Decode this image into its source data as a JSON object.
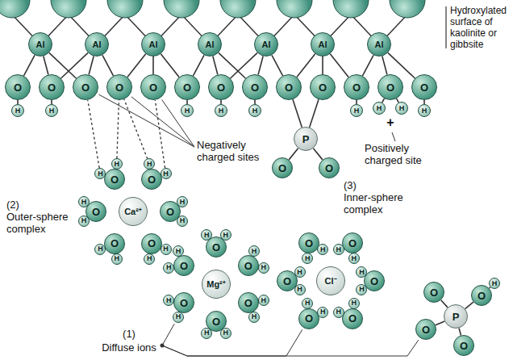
{
  "diagram": {
    "nodes": [
      {
        "text": [
          "Al"
        ]
      },
      {
        "text": [
          "Al"
        ]
      },
      {
        "text": [
          "Al"
        ]
      },
      {
        "text": [
          "Al"
        ]
      },
      {
        "text": [
          "Al"
        ]
      },
      {
        "text": [
          "Al"
        ]
      },
      {
        "text": [
          "Al"
        ]
      },
      {
        "text": [
          "O"
        ]
      },
      {
        "text": [
          "O"
        ]
      },
      {
        "text": [
          "O"
        ]
      },
      {
        "text": [
          "O"
        ]
      },
      {
        "text": [
          "O"
        ]
      },
      {
        "text": [
          "O"
        ]
      },
      {
        "text": [
          "O"
        ]
      },
      {
        "text": [
          "O"
        ]
      },
      {
        "text": [
          "O"
        ]
      },
      {
        "text": [
          "O"
        ]
      },
      {
        "text": [
          "O"
        ]
      },
      {
        "text": [
          "O"
        ]
      },
      {
        "text": [
          "O"
        ]
      },
      {
        "text": [
          "H"
        ]
      },
      {
        "text": [
          "H"
        ]
      },
      {
        "text": [
          "H"
        ]
      },
      {
        "text": [
          "H"
        ]
      },
      {
        "text": [
          "H"
        ]
      },
      {
        "text": [
          "H"
        ]
      },
      {
        "text": [
          "H"
        ]
      },
      {
        "text": [
          "H"
        ]
      },
      {
        "text": [
          "H"
        ]
      },
      {
        "text": [
          "P"
        ]
      },
      {
        "text": [
          "O"
        ]
      },
      {
        "text": [
          "O"
        ]
      },
      {
        "text": [
          "Ca²⁺"
        ]
      },
      {
        "text": [
          "O"
        ]
      },
      {
        "text": [
          "H"
        ]
      },
      {
        "text": [
          "H"
        ]
      },
      {
        "text": [
          "O"
        ]
      },
      {
        "text": [
          "H"
        ]
      },
      {
        "text": [
          "H"
        ]
      },
      {
        "text": [
          "O"
        ]
      },
      {
        "text": [
          "H"
        ]
      },
      {
        "text": [
          "H"
        ]
      },
      {
        "text": [
          "O"
        ]
      },
      {
        "text": [
          "H"
        ]
      },
      {
        "text": [
          "H"
        ]
      },
      {
        "text": [
          "O"
        ]
      },
      {
        "text": [
          "H"
        ]
      },
      {
        "text": [
          "H"
        ]
      },
      {
        "text": [
          "O"
        ]
      },
      {
        "text": [
          "H"
        ]
      },
      {
        "text": [
          "H"
        ]
      },
      {
        "text": [
          "Mg²⁺"
        ]
      },
      {
        "text": [
          "O"
        ]
      },
      {
        "text": [
          "H"
        ]
      },
      {
        "text": [
          "H"
        ]
      },
      {
        "text": [
          "O"
        ]
      },
      {
        "text": [
          "H"
        ]
      },
      {
        "text": [
          "H"
        ]
      },
      {
        "text": [
          "O"
        ]
      },
      {
        "text": [
          "H"
        ]
      },
      {
        "text": [
          "H"
        ]
      },
      {
        "text": [
          "O"
        ]
      },
      {
        "text": [
          "H"
        ]
      },
      {
        "text": [
          "H"
        ]
      },
      {
        "text": [
          "O"
        ]
      },
      {
        "text": [
          "H"
        ]
      },
      {
        "text": [
          "H"
        ]
      },
      {
        "text": [
          "O"
        ]
      },
      {
        "text": [
          "H"
        ]
      },
      {
        "text": [
          "H"
        ]
      },
      {
        "text": [
          "Cl⁻"
        ]
      },
      {
        "text": [
          "O"
        ]
      },
      {
        "text": [
          "H"
        ]
      },
      {
        "text": [
          "H"
        ]
      },
      {
        "text": [
          "O"
        ]
      },
      {
        "text": [
          "H"
        ]
      },
      {
        "text": [
          "H"
        ]
      },
      {
        "text": [
          "O"
        ]
      },
      {
        "text": [
          "H"
        ]
      },
      {
        "text": [
          "H"
        ]
      },
      {
        "text": [
          "O"
        ]
      },
      {
        "text": [
          "H"
        ]
      },
      {
        "text": [
          "H"
        ]
      },
      {
        "text": [
          "O"
        ]
      },
      {
        "text": [
          "H"
        ]
      },
      {
        "text": [
          "H"
        ]
      },
      {
        "text": [
          "O"
        ]
      },
      {
        "text": [
          "H"
        ]
      },
      {
        "text": [
          "H"
        ]
      },
      {
        "text": [
          "P"
        ]
      },
      {
        "text": [
          "O"
        ]
      },
      {
        "text": [
          "O"
        ]
      },
      {
        "text": [
          "O"
        ]
      },
      {
        "text": [
          "O"
        ]
      },
      {
        "text": [
          "H"
        ]
      }
    ],
    "edges": [
      {
        "from": 0,
        "to": 7,
        "arrow": "none"
      },
      {
        "from": 0,
        "to": 8,
        "arrow": "none"
      },
      {
        "from": 0,
        "to": 9,
        "arrow": "none"
      },
      {
        "from": 1,
        "to": 8,
        "arrow": "none"
      },
      {
        "from": 1,
        "to": 9,
        "arrow": "none"
      },
      {
        "from": 1,
        "to": 10,
        "arrow": "none"
      },
      {
        "from": 2,
        "to": 10,
        "arrow": "none"
      },
      {
        "from": 2,
        "to": 11,
        "arrow": "none"
      },
      {
        "from": 2,
        "to": 12,
        "arrow": "none"
      },
      {
        "from": 3,
        "to": 12,
        "arrow": "none"
      },
      {
        "from": 3,
        "to": 13,
        "arrow": "none"
      },
      {
        "from": 3,
        "to": 14,
        "arrow": "none"
      },
      {
        "from": 4,
        "to": 13,
        "arrow": "none"
      },
      {
        "from": 4,
        "to": 14,
        "arrow": "none"
      },
      {
        "from": 4,
        "to": 15,
        "arrow": "none"
      },
      {
        "from": 5,
        "to": 15,
        "arrow": "none"
      },
      {
        "from": 5,
        "to": 16,
        "arrow": "none"
      },
      {
        "from": 5,
        "to": 17,
        "arrow": "none"
      },
      {
        "from": 6,
        "to": 17,
        "arrow": "none"
      },
      {
        "from": 6,
        "to": 18,
        "arrow": "none"
      },
      {
        "from": 6,
        "to": 19,
        "arrow": "none"
      },
      {
        "from": 7,
        "to": 20,
        "arrow": "none"
      },
      {
        "from": 8,
        "to": 21,
        "arrow": "none"
      },
      {
        "from": 12,
        "to": 22,
        "arrow": "none"
      },
      {
        "from": 13,
        "to": 23,
        "arrow": "none"
      },
      {
        "from": 14,
        "to": 24,
        "arrow": "none"
      },
      {
        "from": 17,
        "to": 25,
        "arrow": "none"
      },
      {
        "from": 18,
        "to": 26,
        "arrow": "none"
      },
      {
        "from": 18,
        "to": 27,
        "arrow": "none"
      },
      {
        "from": 19,
        "to": 28,
        "arrow": "none"
      },
      {
        "from": 29,
        "to": 15,
        "arrow": "none"
      },
      {
        "from": 29,
        "to": 16,
        "arrow": "none"
      },
      {
        "from": 29,
        "to": 30,
        "arrow": "none"
      },
      {
        "from": 29,
        "to": 31,
        "arrow": "none"
      },
      {
        "from": 33,
        "to": 34,
        "arrow": "none"
      },
      {
        "from": 33,
        "to": 35,
        "arrow": "none"
      },
      {
        "from": 36,
        "to": 37,
        "arrow": "none"
      },
      {
        "from": 36,
        "to": 38,
        "arrow": "none"
      },
      {
        "from": 39,
        "to": 40,
        "arrow": "none"
      },
      {
        "from": 39,
        "to": 41,
        "arrow": "none"
      },
      {
        "from": 42,
        "to": 43,
        "arrow": "none"
      },
      {
        "from": 42,
        "to": 44,
        "arrow": "none"
      },
      {
        "from": 45,
        "to": 46,
        "arrow": "none"
      },
      {
        "from": 45,
        "to": 47,
        "arrow": "none"
      },
      {
        "from": 48,
        "to": 49,
        "arrow": "none"
      },
      {
        "from": 48,
        "to": 50,
        "arrow": "none"
      },
      {
        "from": 34,
        "to": 9,
        "arrow": "none"
      },
      {
        "from": 35,
        "to": 10,
        "arrow": "none"
      },
      {
        "from": 37,
        "to": 10,
        "arrow": "none"
      },
      {
        "from": 38,
        "to": 11,
        "arrow": "none"
      },
      {
        "from": 52,
        "to": 53,
        "arrow": "none"
      },
      {
        "from": 52,
        "to": 54,
        "arrow": "none"
      },
      {
        "from": 55,
        "to": 56,
        "arrow": "none"
      },
      {
        "from": 55,
        "to": 57,
        "arrow": "none"
      },
      {
        "from": 58,
        "to": 59,
        "arrow": "none"
      },
      {
        "from": 58,
        "to": 60,
        "arrow": "none"
      },
      {
        "from": 61,
        "to": 62,
        "arrow": "none"
      },
      {
        "from": 61,
        "to": 63,
        "arrow": "none"
      },
      {
        "from": 64,
        "to": 65,
        "arrow": "none"
      },
      {
        "from": 64,
        "to": 66,
        "arrow": "none"
      },
      {
        "from": 67,
        "to": 68,
        "arrow": "none"
      },
      {
        "from": 67,
        "to": 69,
        "arrow": "none"
      },
      {
        "from": 71,
        "to": 72,
        "arrow": "none"
      },
      {
        "from": 71,
        "to": 73,
        "arrow": "none"
      },
      {
        "from": 74,
        "to": 75,
        "arrow": "none"
      },
      {
        "from": 74,
        "to": 76,
        "arrow": "none"
      },
      {
        "from": 77,
        "to": 78,
        "arrow": "none"
      },
      {
        "from": 77,
        "to": 79,
        "arrow": "none"
      },
      {
        "from": 80,
        "to": 81,
        "arrow": "none"
      },
      {
        "from": 80,
        "to": 82,
        "arrow": "none"
      },
      {
        "from": 83,
        "to": 84,
        "arrow": "none"
      },
      {
        "from": 83,
        "to": 85,
        "arrow": "none"
      },
      {
        "from": 86,
        "to": 87,
        "arrow": "none"
      },
      {
        "from": 86,
        "to": 88,
        "arrow": "none"
      },
      {
        "from": 89,
        "to": 90,
        "arrow": "none"
      },
      {
        "from": 89,
        "to": 91,
        "arrow": "none"
      },
      {
        "from": 89,
        "to": 92,
        "arrow": "none"
      },
      {
        "from": 89,
        "to": 93,
        "arrow": "none"
      },
      {
        "from": 91,
        "to": 94,
        "arrow": "none"
      }
    ],
    "labels": [
      "Hydroxylated surface of kaolinite or gibbsite",
      "Negatively charged sites",
      "+",
      "Positively charged site",
      "(3)",
      "Inner-sphere complex",
      "(2)",
      "Outer-sphere complex",
      "(1)",
      "Diffuse ions"
    ]
  }
}
